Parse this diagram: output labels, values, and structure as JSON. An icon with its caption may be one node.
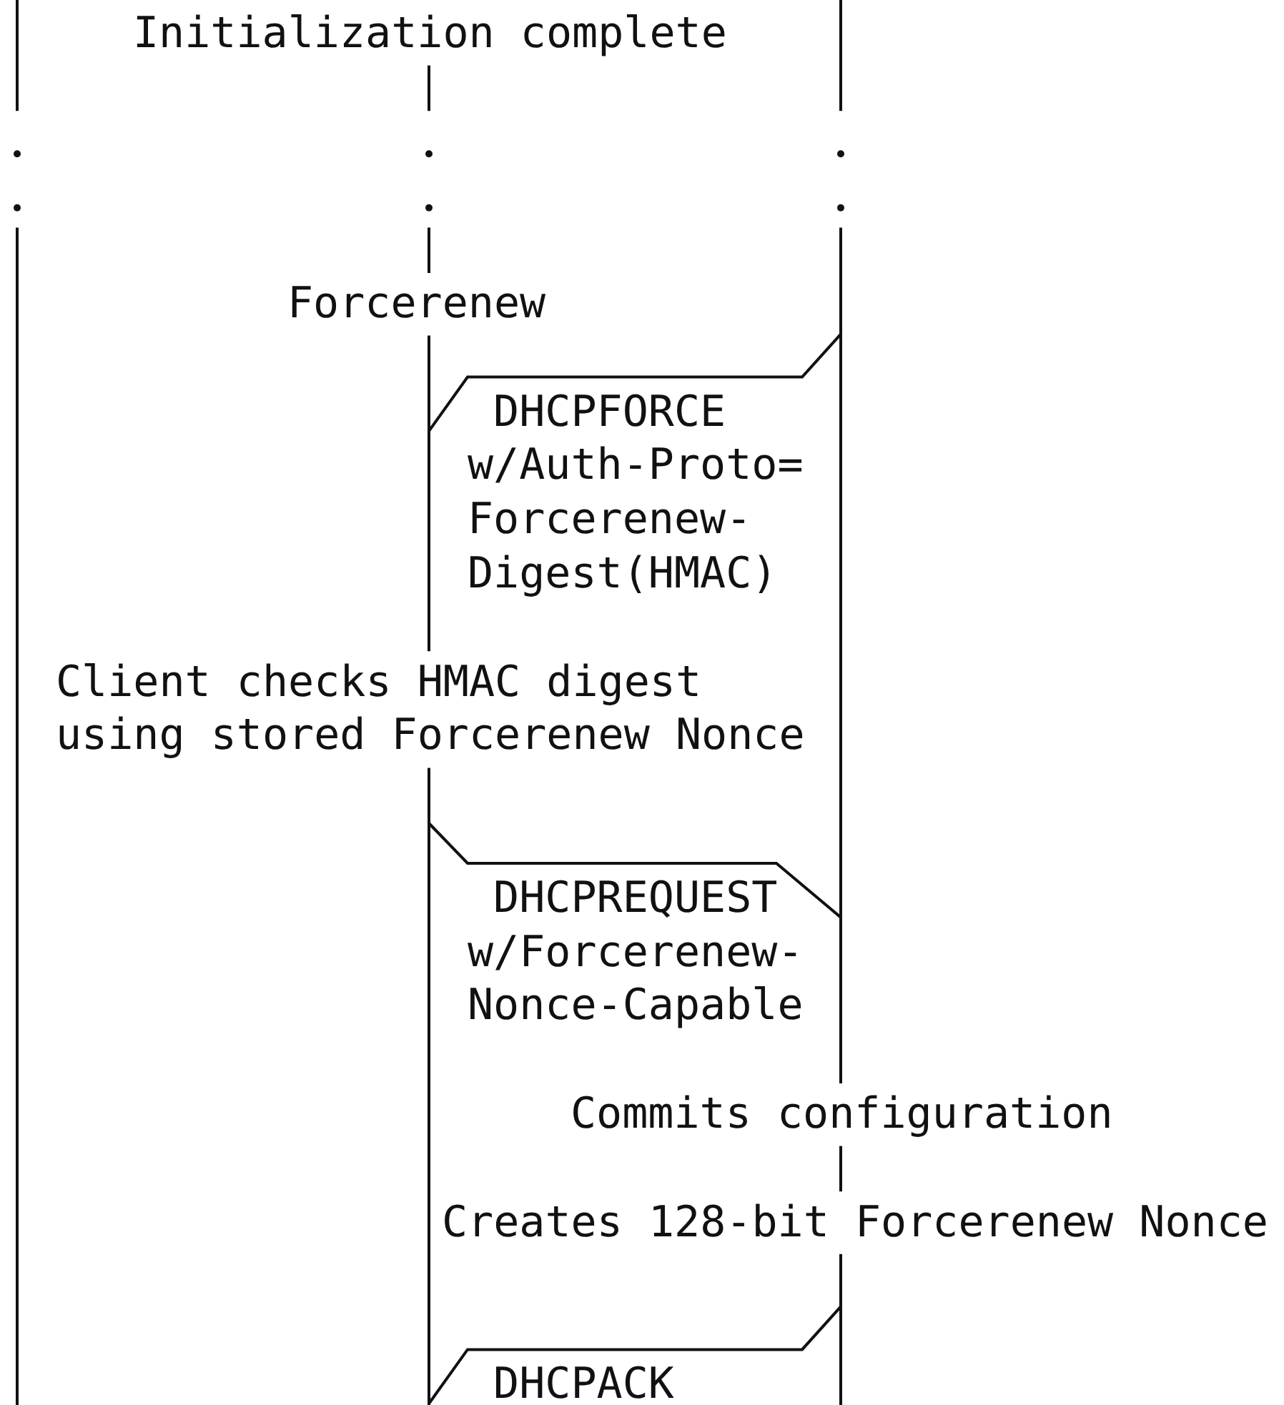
{
  "diagram": {
    "nodes": [
      {
        "text": [],
        "shape": "bar"
      },
      {
        "text": [],
        "shape": "bar"
      },
      {
        "text": [],
        "shape": "bar"
      }
    ],
    "edges": [
      {
        "from": 2,
        "to": 1,
        "arrow": "none",
        "label": "DHCPFORCE w/Auth-Proto= Forcerenew- Digest(HMAC)"
      },
      {
        "from": 1,
        "to": 2,
        "arrow": "none",
        "label": "DHCPREQUEST w/Forcerenew- Nonce-Capable"
      },
      {
        "from": 2,
        "to": 1,
        "arrow": "none",
        "label": "DHCPACK"
      }
    ],
    "labels": [
      "Initialization complete",
      "Forcerenew",
      "Client checks HMAC digest using stored Forcerenew Nonce",
      "Commits configuration",
      "Creates 128-bit Forcerenew Nonce"
    ]
  }
}
